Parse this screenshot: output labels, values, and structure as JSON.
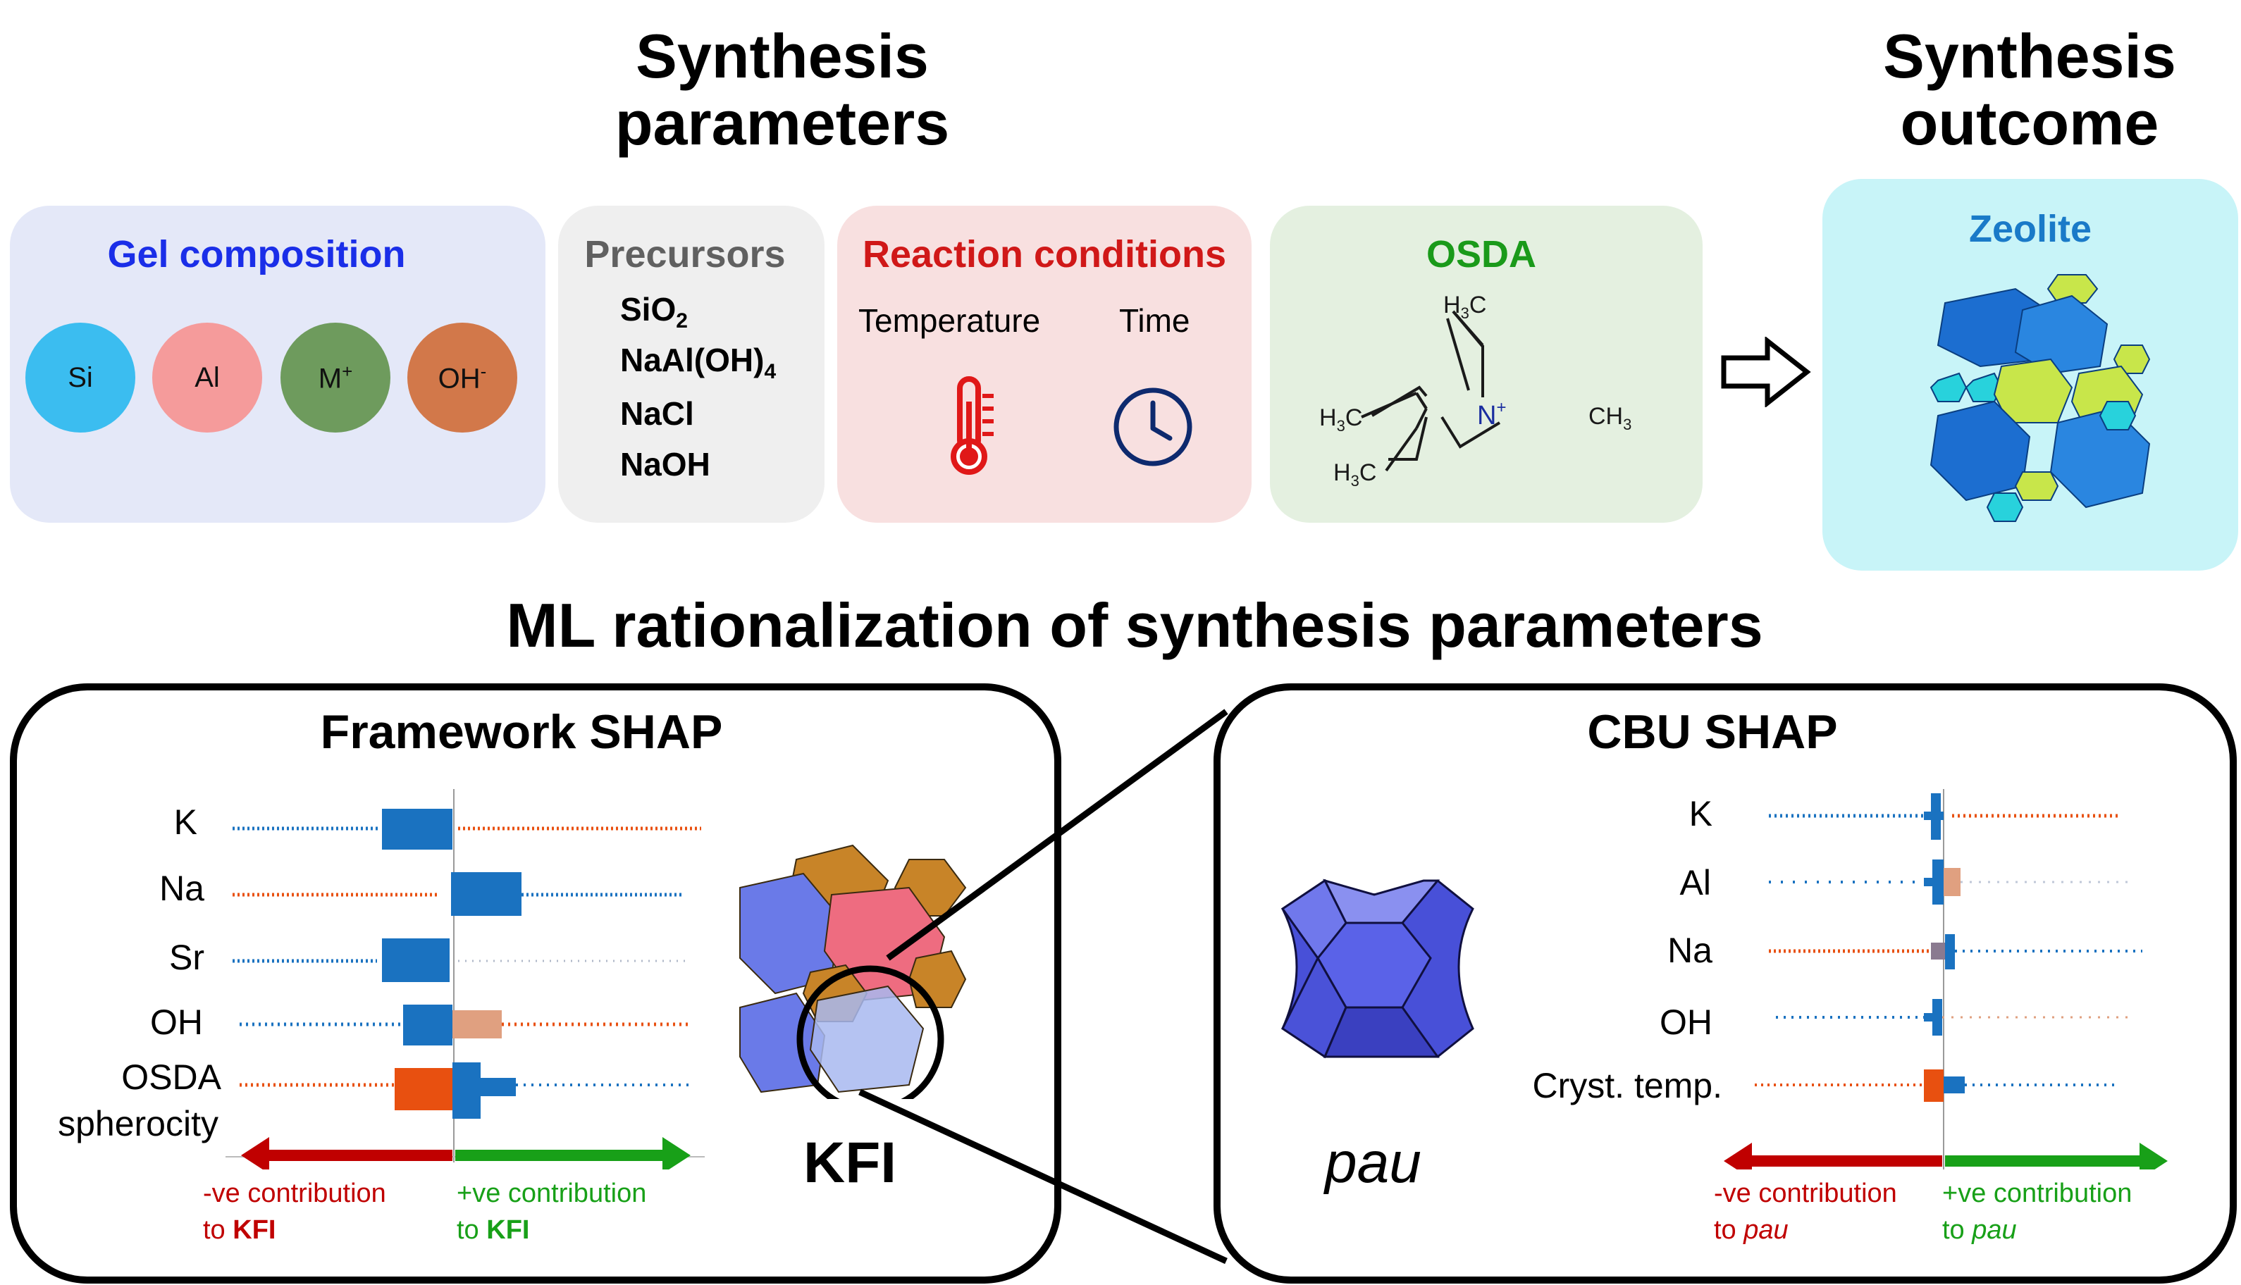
{
  "headings": {
    "params_line1": "Synthesis",
    "params_line2": "parameters",
    "outcome_line1": "Synthesis",
    "outcome_line2": "outcome",
    "ml": "ML rationalization of synthesis parameters"
  },
  "gel": {
    "title": "Gel composition",
    "items": [
      {
        "label": "Si",
        "color": "#3bbdf0"
      },
      {
        "label": "Al",
        "color": "#f59b9b"
      },
      {
        "label": "M",
        "sup": "+",
        "color": "#6e9b5d"
      },
      {
        "label": "OH",
        "sup": "-",
        "color": "#d2784a"
      }
    ]
  },
  "precursors": {
    "title": "Precursors",
    "items": [
      {
        "text": "SiO",
        "sub": "2"
      },
      {
        "text": "NaAl(OH)",
        "sub": "4"
      },
      {
        "text": "NaCl",
        "sub": ""
      },
      {
        "text": "NaOH",
        "sub": ""
      }
    ]
  },
  "reaction": {
    "title": "Reaction conditions",
    "temperature": "Temperature",
    "time": "Time"
  },
  "osda": {
    "title": "OSDA",
    "h3c": "H",
    "sub3": "3",
    "c": "C",
    "ch3": "CH",
    "n": "N",
    "plus": "+"
  },
  "outcome": {
    "title": "Zeolite"
  },
  "framework": {
    "title": "Framework SHAP",
    "features": [
      "K",
      "Na",
      "Sr",
      "OH",
      "OSDA",
      "spherocity"
    ],
    "label": "KFI",
    "neg_text": "-ve contribution",
    "neg_to": "to ",
    "pos_text": "+ve contribution",
    "pos_to": "to ",
    "target": "KFI"
  },
  "cbu": {
    "title": "CBU SHAP",
    "features": [
      "K",
      "Al",
      "Na",
      "OH",
      "Cryst. temp."
    ],
    "label": "pau",
    "neg_text": "-ve contribution",
    "neg_to": "to ",
    "pos_text": "+ve contribution",
    "pos_to": "to ",
    "target": "pau"
  },
  "colors": {
    "gel_bg": "#e4e8f8",
    "prec_bg": "#efefef",
    "react_bg": "#f8e0e0",
    "osda_bg": "#e4f0e0",
    "outcome_bg": "#c8f4f8",
    "gel_title": "#1a2ee8",
    "prec_title": "#606060",
    "react_title": "#d01818",
    "osda_title": "#1a9a1a",
    "zeolite_title": "#1a7ac8",
    "shap_blue": "#1a72c0",
    "shap_orange": "#e85010",
    "arrow_red": "#c00000",
    "arrow_green": "#18a018"
  }
}
